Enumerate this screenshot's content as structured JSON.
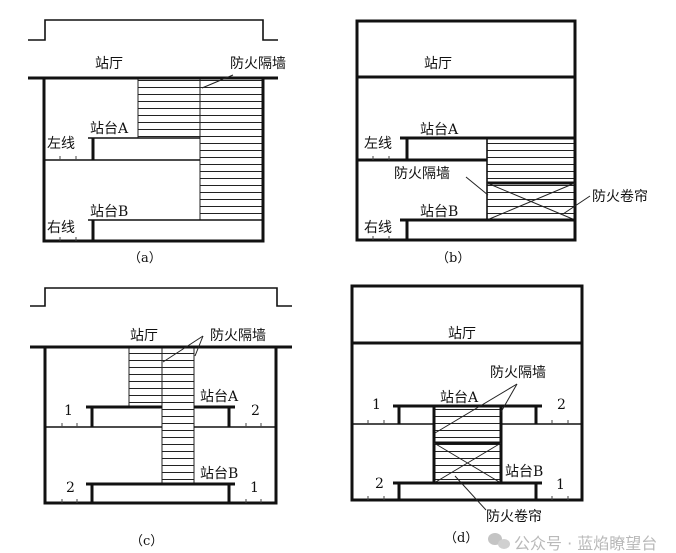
{
  "labels": {
    "hall": "站厅",
    "firewall": "防火隔墙",
    "shutter": "防火卷帘",
    "platform_a": "站台A",
    "platform_b": "站台B",
    "left_line": "左线",
    "right_line": "右线",
    "track_1": "1",
    "track_2": "2"
  },
  "captions": {
    "a": "（a）",
    "b": "（b）",
    "c": "（c）",
    "d": "（d）"
  },
  "watermark": "公众号 · 蓝焰瞭望台",
  "colors": {
    "line": "#111111",
    "watermark": "#b9b9b9"
  }
}
